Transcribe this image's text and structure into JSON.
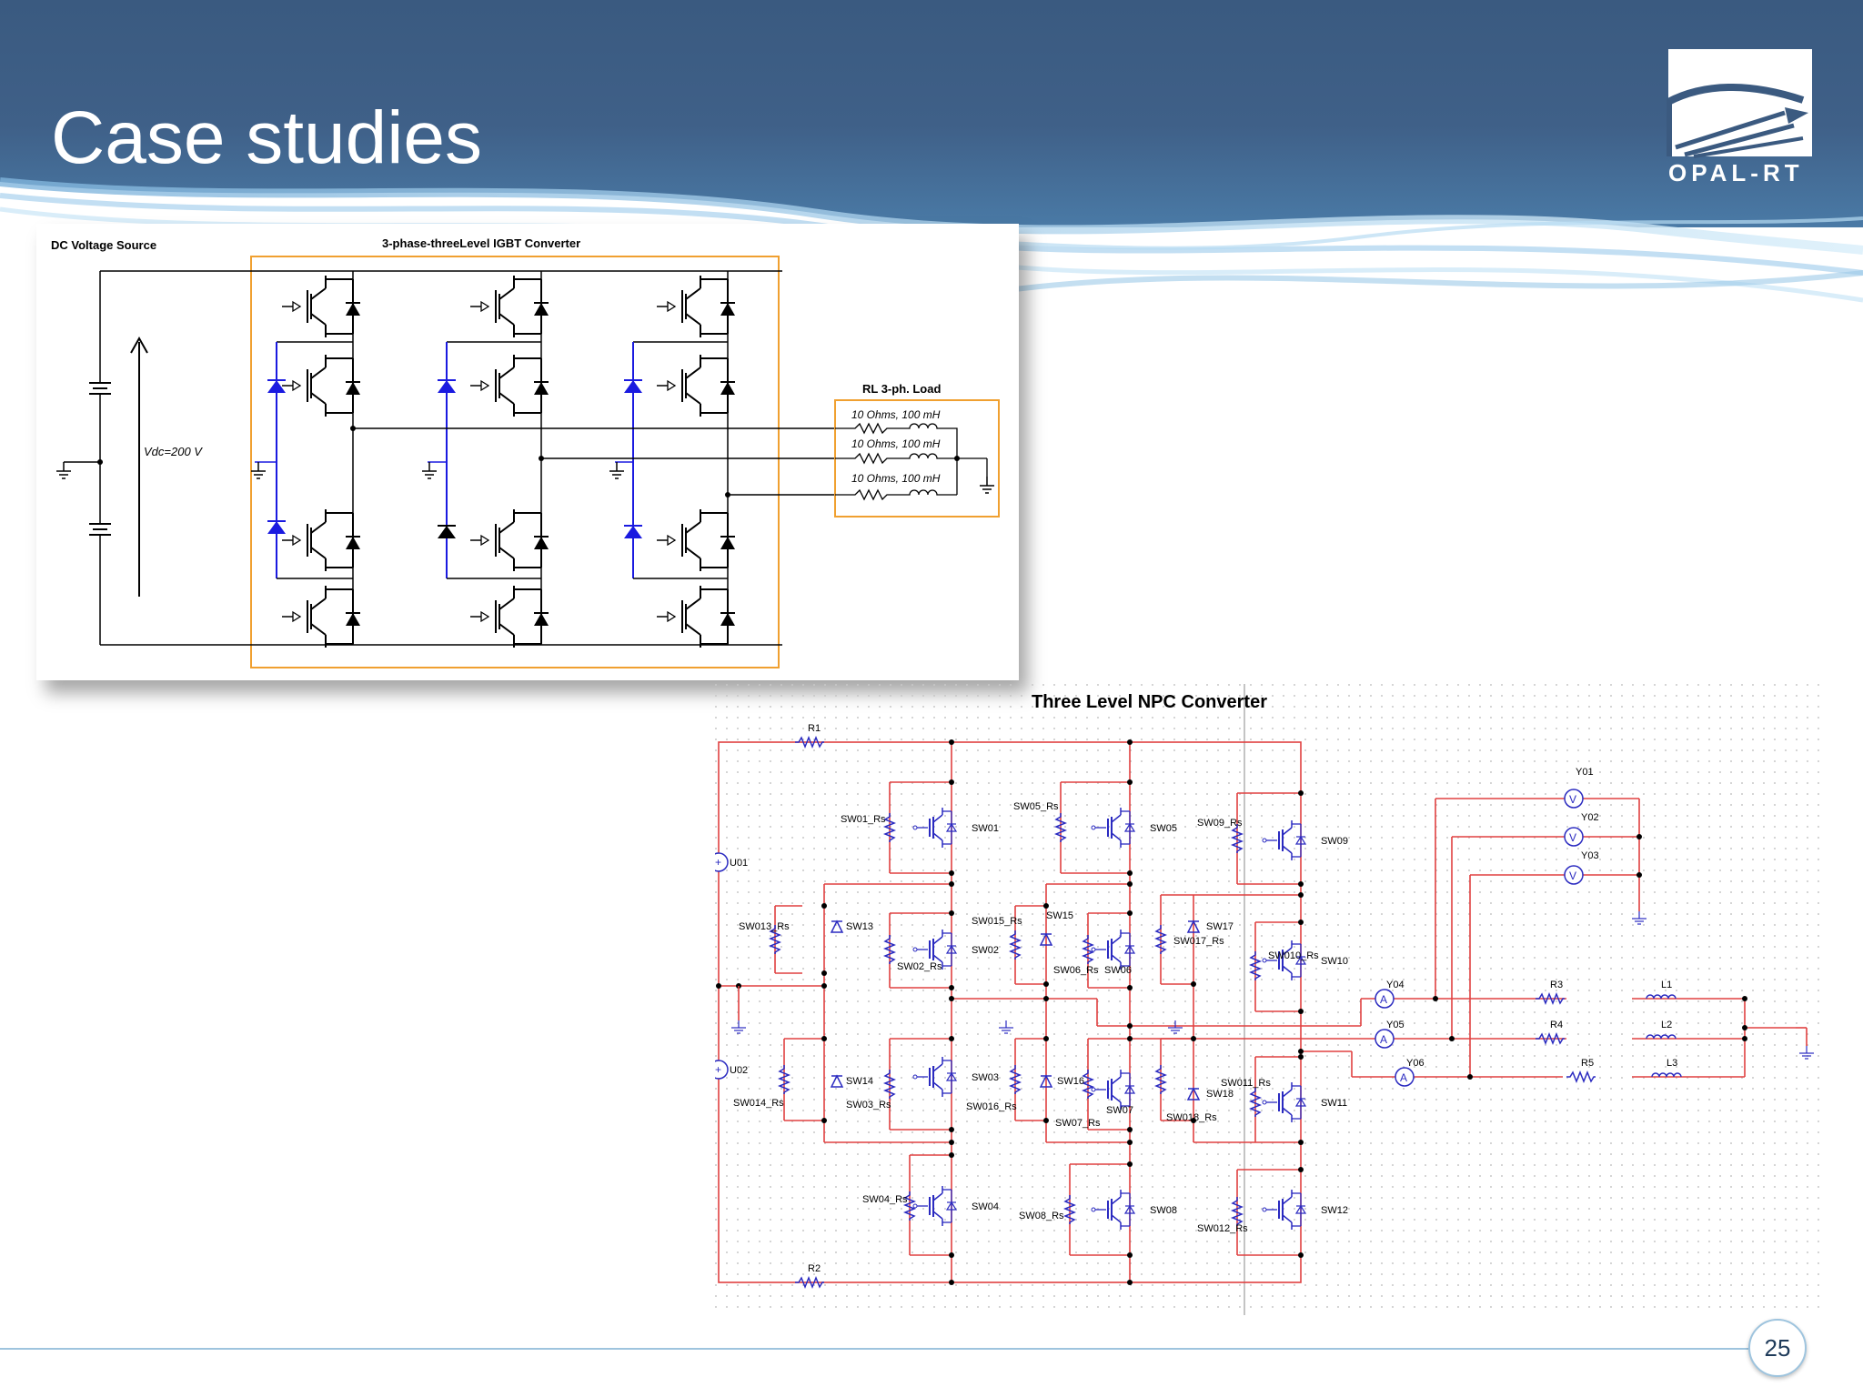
{
  "slide": {
    "title": "Case studies",
    "logo_text": "OPAL-RT",
    "page_number": "25"
  },
  "colors": {
    "header_bg": "#3b5a80",
    "orange_box": "#f0a030",
    "blue_diode": "#1a1ae0",
    "wire_red": "#e04040",
    "component_blue": "#2a2ac0"
  },
  "diagram1": {
    "dc_label": "DC Voltage Source",
    "converter_label": "3-phase-threeLevel IGBT Converter",
    "load_label": "RL 3-ph. Load",
    "vdc_label": "Vdc=200 V",
    "load_lines": [
      "10 Ohms, 100 mH",
      "10 Ohms, 100 mH",
      "10 Ohms, 100 mH"
    ]
  },
  "diagram2": {
    "title": "Three Level NPC Converter",
    "resistors": [
      "R1",
      "R2",
      "R3",
      "R4",
      "R5"
    ],
    "inductors": [
      "L1",
      "L2",
      "L3"
    ],
    "sources": [
      "U01",
      "U02"
    ],
    "voltmeters": [
      "Y01",
      "Y02",
      "Y03"
    ],
    "ammeters": [
      "Y04",
      "Y05",
      "Y06"
    ],
    "switches": [
      "SW01",
      "SW02",
      "SW03",
      "SW04",
      "SW05",
      "SW06",
      "SW07",
      "SW08",
      "SW09",
      "SW10",
      "SW11",
      "SW12"
    ],
    "switch_rs": [
      "SW01_Rs",
      "SW02_Rs",
      "SW03_Rs",
      "SW04_Rs",
      "SW05_Rs",
      "SW06_Rs",
      "SW07_Rs",
      "SW08_Rs",
      "SW09_Rs",
      "SW010_Rs",
      "SW011_Rs",
      "SW012_Rs"
    ],
    "diodes": [
      "SW13",
      "SW14",
      "SW15",
      "SW16",
      "SW17",
      "SW18"
    ],
    "diode_rs": [
      "SW013_Rs",
      "SW014_Rs",
      "SW015_Rs",
      "SW016_Rs",
      "SW017_Rs",
      "SW018_Rs"
    ]
  }
}
